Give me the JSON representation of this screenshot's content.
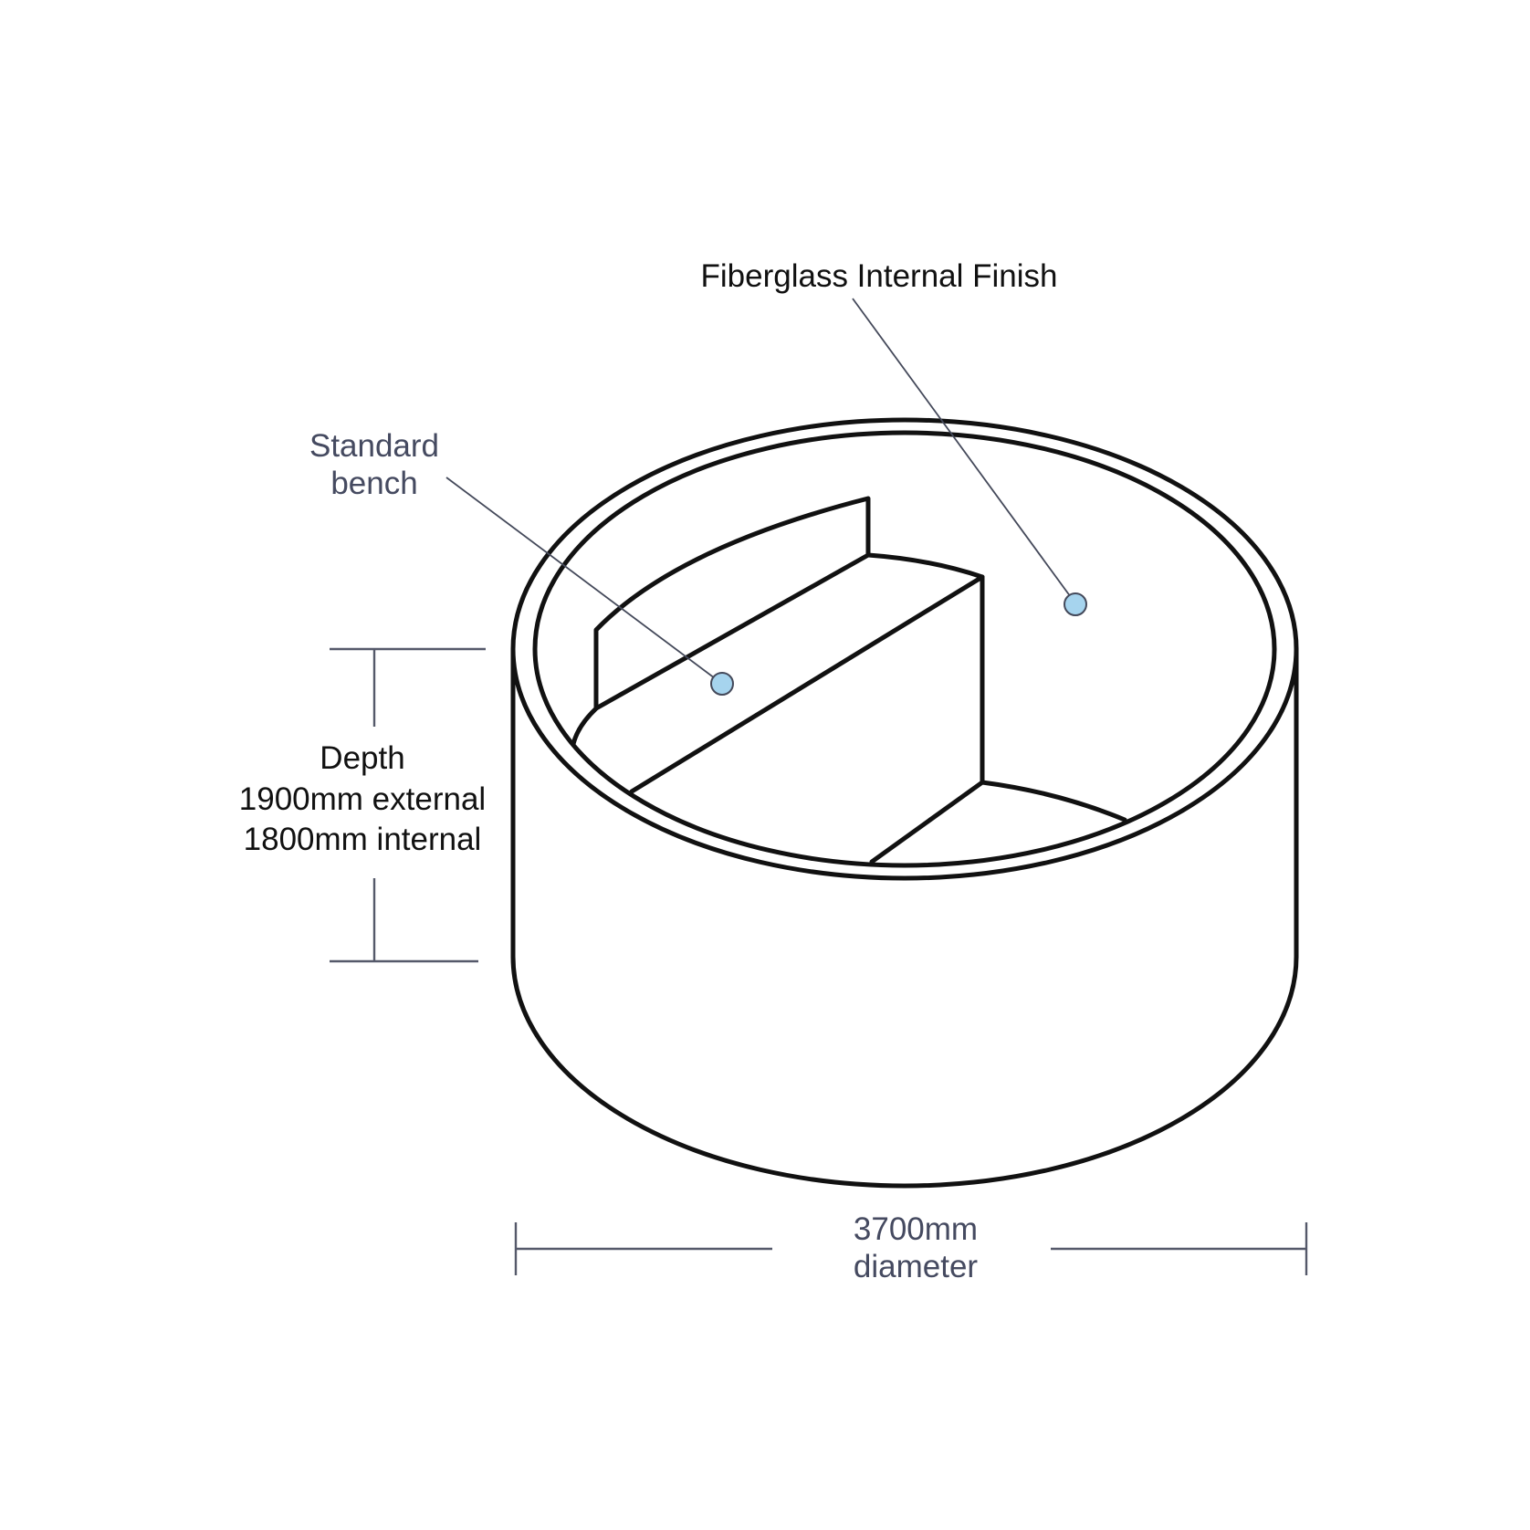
{
  "colors": {
    "outline": "#111111",
    "leader": "#44495a",
    "marker_fill": "#a6d4ee",
    "muted_text": "#454a60",
    "background": "#ffffff"
  },
  "labels": {
    "finish": "Fiberglass Internal Finish",
    "bench_line1": "Standard",
    "bench_line2": "bench",
    "depth_title": "Depth",
    "depth_external": "1900mm external",
    "depth_internal": "1800mm internal",
    "diameter_value": "3700mm",
    "diameter_word": "diameter"
  }
}
